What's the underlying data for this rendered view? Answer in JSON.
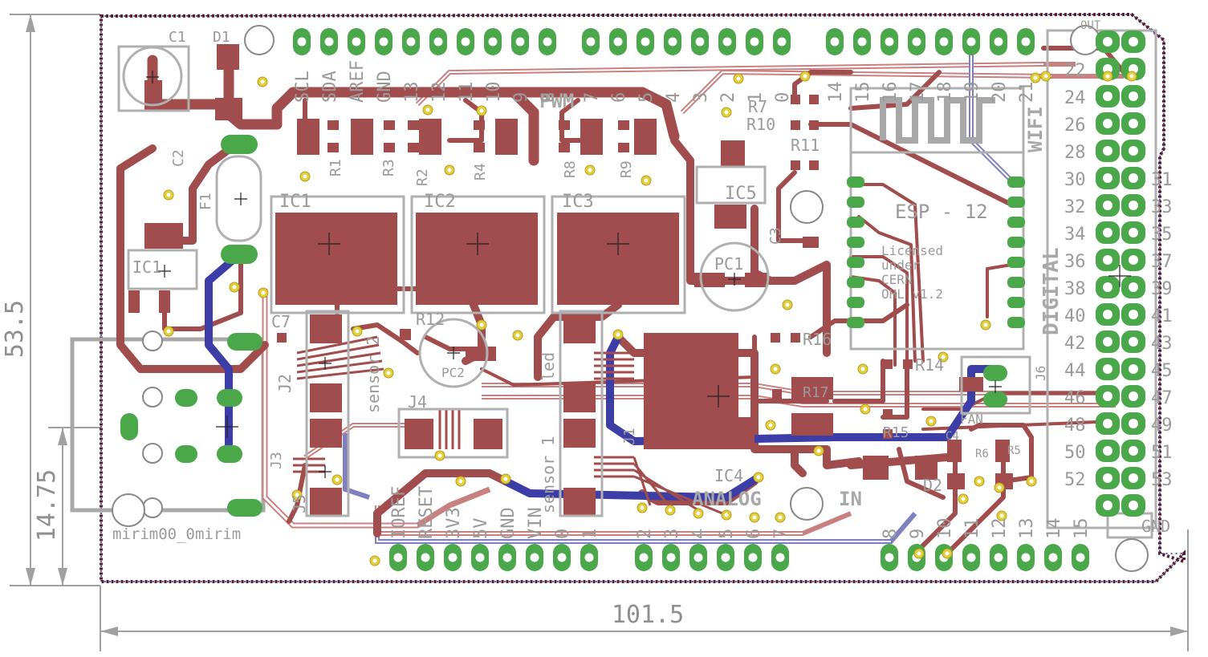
{
  "title": "",
  "dimensions": {
    "height": "53.5",
    "width": "101.5",
    "offset": "14.75"
  },
  "board_name": "mirim00_0mirim",
  "section_labels": {
    "pwm": "PWM",
    "analog": "ANALOG",
    "analog_in": "IN",
    "digital": "DIGITAL",
    "wifi": "WIFI",
    "esp": "ESP - 12",
    "gnd": "GND",
    "out": "OUT",
    "fan": "FAN",
    "led": "led",
    "sensor2": "sensor 2",
    "sensor1": "sensor 1"
  },
  "top_header_labels": [
    "SCL",
    "SDA",
    "AREF",
    "GND",
    "13",
    "12",
    "11",
    "10",
    "9",
    "8",
    "7",
    "6",
    "5",
    "4",
    "3",
    "2",
    "1",
    "0",
    "14",
    "15",
    "16",
    "17",
    "18",
    "19",
    "20",
    "21"
  ],
  "bottom_header_labels": [
    "IOREF",
    "RESET",
    "3V3",
    "5V",
    "GND",
    "VIN",
    "0",
    "1",
    "2",
    "3",
    "4",
    "5",
    "6",
    "7",
    "8",
    "9",
    "10",
    "11",
    "12",
    "13",
    "14",
    "15"
  ],
  "digital_left": [
    "22",
    "24",
    "26",
    "28",
    "30",
    "32",
    "34",
    "36",
    "38",
    "40",
    "42",
    "44",
    "46",
    "48",
    "50",
    "52"
  ],
  "digital_right": [
    "",
    "",
    "",
    "",
    "31",
    "33",
    "35",
    "37",
    "39",
    "41",
    "43",
    "45",
    "47",
    "49",
    "51",
    "53"
  ],
  "components": [
    "C1",
    "D1",
    "C2",
    "F1",
    "IC1",
    "R1",
    "R3",
    "R2",
    "R4",
    "R8",
    "R9",
    "IC1",
    "IC2",
    "IC3",
    "R7",
    "R10",
    "R11",
    "IC5",
    "C3",
    "PC1",
    "C7",
    "J2",
    "R12",
    "PC2",
    "J4",
    "J3",
    "J5",
    "R16",
    "R14",
    "R17",
    "R15",
    "J6",
    "C4",
    "R6",
    "R5",
    "D2",
    "IC4",
    "J1"
  ],
  "cern_text": [
    "Licensed",
    "under",
    "CERN",
    "OHL v1.2"
  ],
  "colors": {
    "copper_top": "#a24d4d",
    "copper_bottom": "#3333a0",
    "pad": "#4aa84a",
    "silkscreen": "#a8a8a8",
    "via": "#e2d03a",
    "outline": "#5a1e2a"
  }
}
